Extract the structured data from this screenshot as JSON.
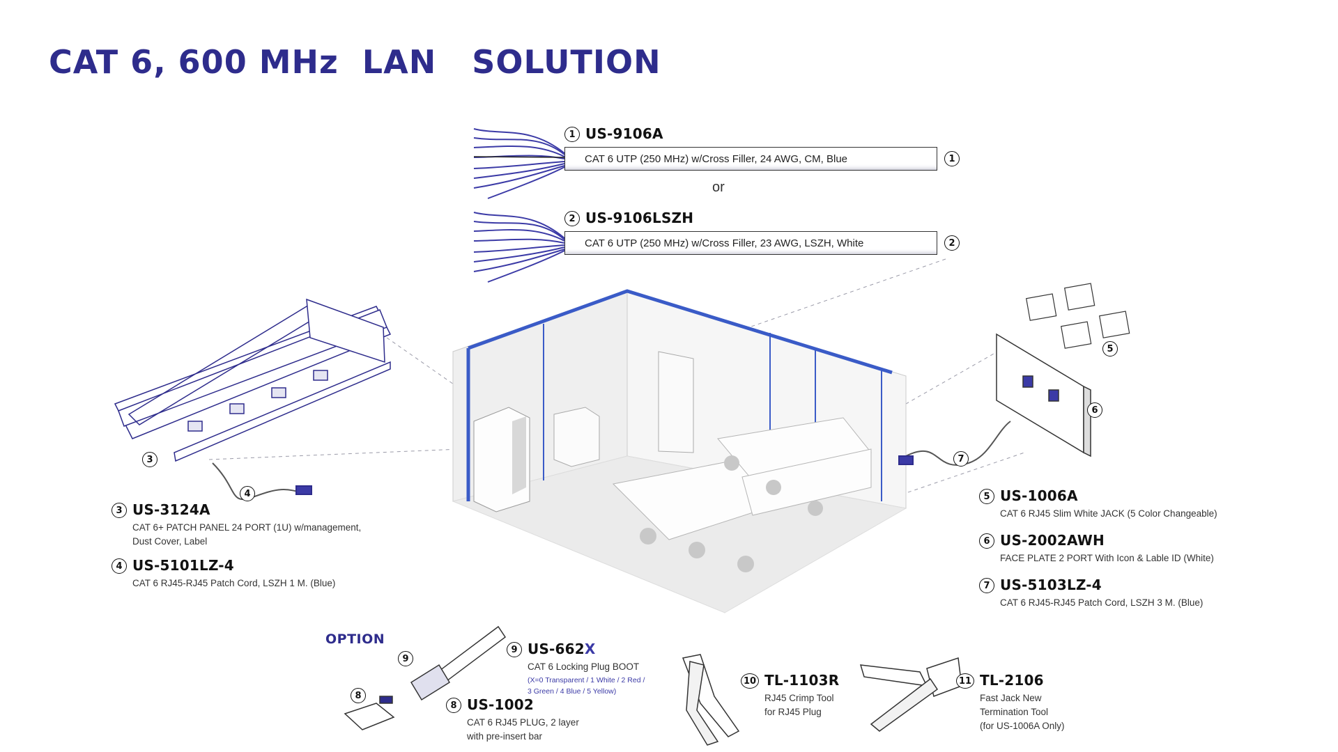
{
  "title": "CAT 6, 600 MHz  LAN   SOLUTION",
  "or_label": "or",
  "option_label": "OPTION",
  "cables": [
    {
      "num": "1",
      "code": "US-9106A",
      "desc": "CAT 6 UTP (250 MHz) w/Cross Filler, 24 AWG, CM, Blue"
    },
    {
      "num": "2",
      "code": "US-9106LSZH",
      "desc": "CAT 6 UTP (250 MHz) w/Cross Filler, 23 AWG, LSZH, White"
    }
  ],
  "left_parts": [
    {
      "num": "3",
      "code": "US-3124A",
      "desc1": "CAT 6+ PATCH PANEL 24 PORT (1U) w/management,",
      "desc2": "Dust Cover, Label"
    },
    {
      "num": "4",
      "code": "US-5101LZ-4",
      "desc1": "CAT 6 RJ45-RJ45 Patch Cord, LSZH 1 M. (Blue)"
    }
  ],
  "right_parts": [
    {
      "num": "5",
      "code": "US-1006A",
      "desc1": "CAT 6 RJ45 Slim White JACK (5 Color Changeable)"
    },
    {
      "num": "6",
      "code": "US-2002AWH",
      "desc1": "FACE PLATE 2 PORT With Icon & Lable ID (White)"
    },
    {
      "num": "7",
      "code": "US-5103LZ-4",
      "desc1": "CAT 6 RJ45-RJ45 Patch Cord, LSZH 3 M. (Blue)"
    }
  ],
  "option_parts": [
    {
      "num": "9",
      "code_prefix": "US-662",
      "code_suffix": "X",
      "desc1": "CAT 6 Locking Plug BOOT",
      "note1": "(X=0 Transparent / 1 White / 2 Red /",
      "note2": " 3 Green / 4 Blue / 5  Yellow)"
    },
    {
      "num": "8",
      "code": "US-1002",
      "desc1": "CAT 6 RJ45 PLUG, 2 layer",
      "desc2": "with pre-insert bar"
    },
    {
      "num": "10",
      "code": "TL-1103R",
      "desc1": "RJ45 Crimp Tool",
      "desc2": "for RJ45 Plug"
    },
    {
      "num": "11",
      "code": "TL-2106",
      "desc1": "Fast Jack New",
      "desc2": "Termination Tool",
      "desc3": "(for US-1006A Only)"
    }
  ],
  "colors": {
    "accent": "#2e2c8c",
    "wall_trim": "#3a5bc7",
    "line": "#1b1b66"
  }
}
